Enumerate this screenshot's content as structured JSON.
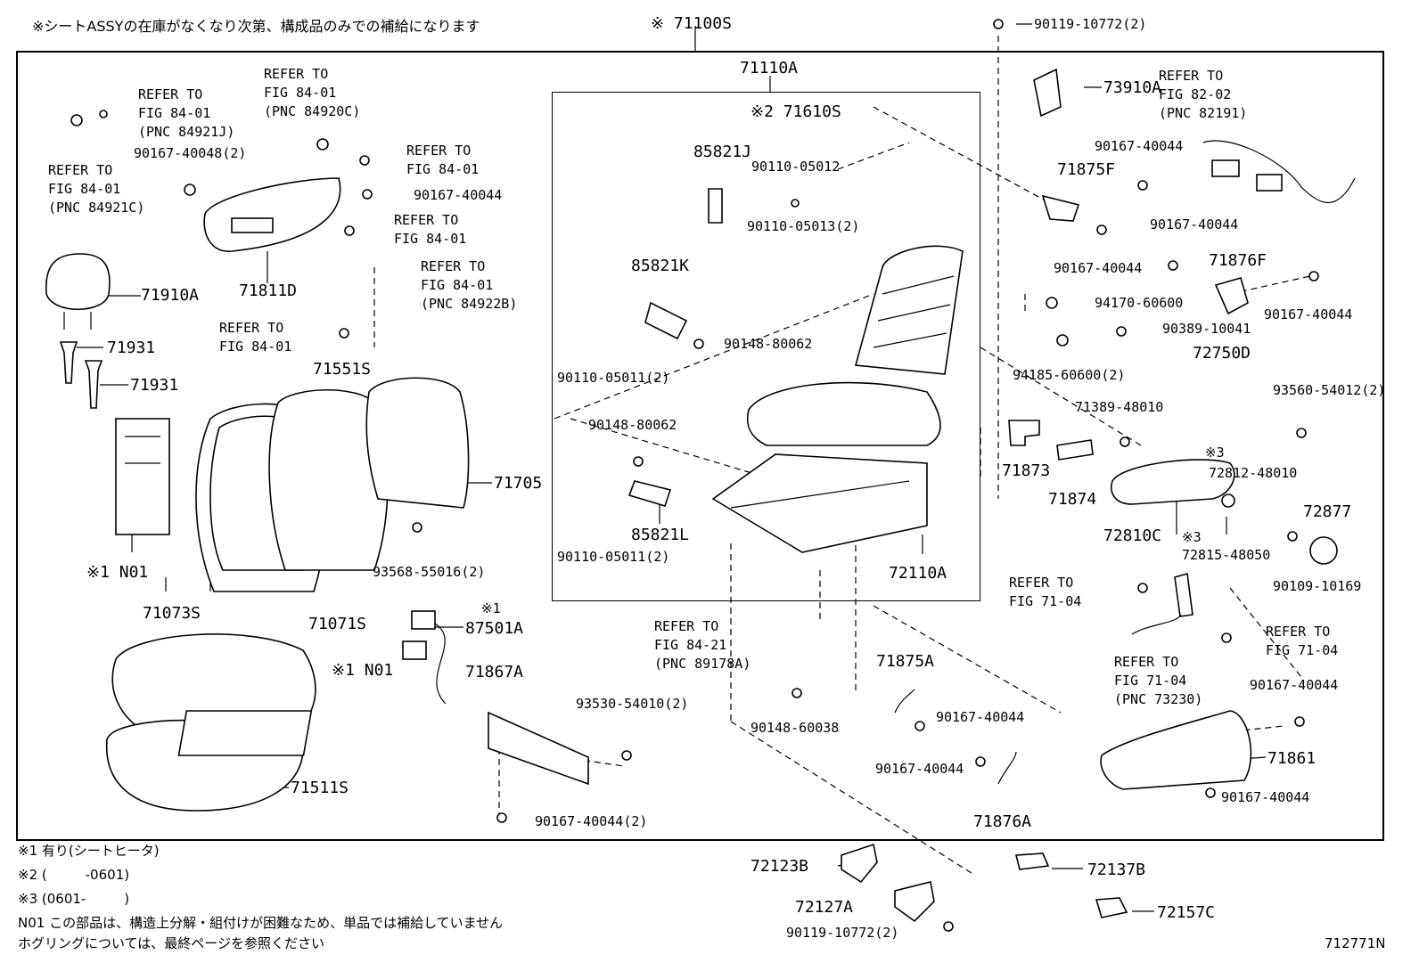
{
  "header": {
    "note": "※シートASSYの在庫がなくなり次第、構成品のみでの補給になります",
    "assembly": "※ 71100S"
  },
  "parts": {
    "p90119_top": "90119-10772(2)",
    "p71110A": "71110A",
    "p71610S": "※2 71610S",
    "p85821J": "85821J",
    "p90110_05012": "90110-05012",
    "p90110_05013": "90110-05013(2)",
    "p85821K": "85821K",
    "p90148_80062a": "90148-80062",
    "p90110_05011a": "90110-05011(2)",
    "p90148_80062b": "90148-80062",
    "p85821L": "85821L",
    "p90110_05011b": "90110-05011(2)",
    "p72110A": "72110A",
    "p73910A": "73910A",
    "p71875F": "71875F",
    "p90167_40044_r1": "90167-40044",
    "p90167_40044_r2": "90167-40044",
    "p90167_40044_r3": "90167-40044",
    "p71876F": "71876F",
    "p90167_40044_r4": "90167-40044",
    "p94170": "94170-60600",
    "p94185": "94185-60600(2)",
    "p90389": "90389-10041",
    "p72750D": "72750D",
    "p93560": "93560-54012(2)",
    "p71389": "71389-48010",
    "p71873": "71873",
    "p71874": "71874",
    "p72812_mark": "※3",
    "p72812": "72812-48010",
    "p72810C": "72810C",
    "p72815_mark": "※3",
    "p72815": "72815-48050",
    "p72877": "72877",
    "p90109": "90109-10169",
    "p90167_40044_r5": "90167-40044",
    "p71861": "71861",
    "p90167_40044_r6": "90167-40044",
    "p71875A": "71875A",
    "p90167_40044_m1": "90167-40044",
    "p90167_40044_m2": "90167-40044",
    "p71876A": "71876A",
    "p90148_60038": "90148-60038",
    "p72123B": "72123B",
    "p72127A": "72127A",
    "p90119_bottom": "90119-10772(2)",
    "p72137B": "72137B",
    "p72157C": "72157C",
    "p90167_40048": "90167-40048(2)",
    "p90167_40044_l1": "90167-40044",
    "p71811D": "71811D",
    "p71910A": "71910A",
    "p71931a": "71931",
    "p71931b": "71931",
    "p71551S": "71551S",
    "p71705": "71705",
    "p93568": "93568-55016(2)",
    "pN01a": "※1 N01",
    "p71073S": "71073S",
    "p71071S": "71071S",
    "p87501A_mark": "※1",
    "p87501A": "87501A",
    "pN01b": "※1 N01",
    "p71867A": "71867A",
    "p93530": "93530-54010(2)",
    "p90167_40044_b": "90167-40044(2)",
    "p71511S": "71511S"
  },
  "refs": {
    "r1": "REFER TO\nFIG 84-01\n(PNC 84921J)",
    "r2": "REFER TO\nFIG 84-01\n(PNC 84921C)",
    "r3": "REFER TO\nFIG 84-01\n(PNC 84920C)",
    "r4": "REFER TO\nFIG 84-01",
    "r5": "REFER TO\nFIG 84-01",
    "r6": "REFER TO\nFIG 84-01\n(PNC 84922B)",
    "r7": "REFER TO\nFIG 84-01",
    "r8": "REFER TO\nFIG 82-02\n(PNC 82191)",
    "r9": "REFER TO\nFIG 71-04",
    "r10": "REFER TO\nFIG 71-04",
    "r11": "REFER TO\nFIG 71-04\n(PNC 73230)",
    "r12": "REFER TO\nFIG 84-21\n(PNC 89178A)"
  },
  "footnotes": {
    "f1": "※1 有り(シートヒータ)",
    "f2": "※2 (         -0601)",
    "f3": "※3 (0601-         )",
    "f4": "N01 この部品は、構造上分解・組付けが困難なため、単品では補給していません",
    "f5": "ホグリングについては、最終ページを参照ください",
    "code": "712771N"
  }
}
